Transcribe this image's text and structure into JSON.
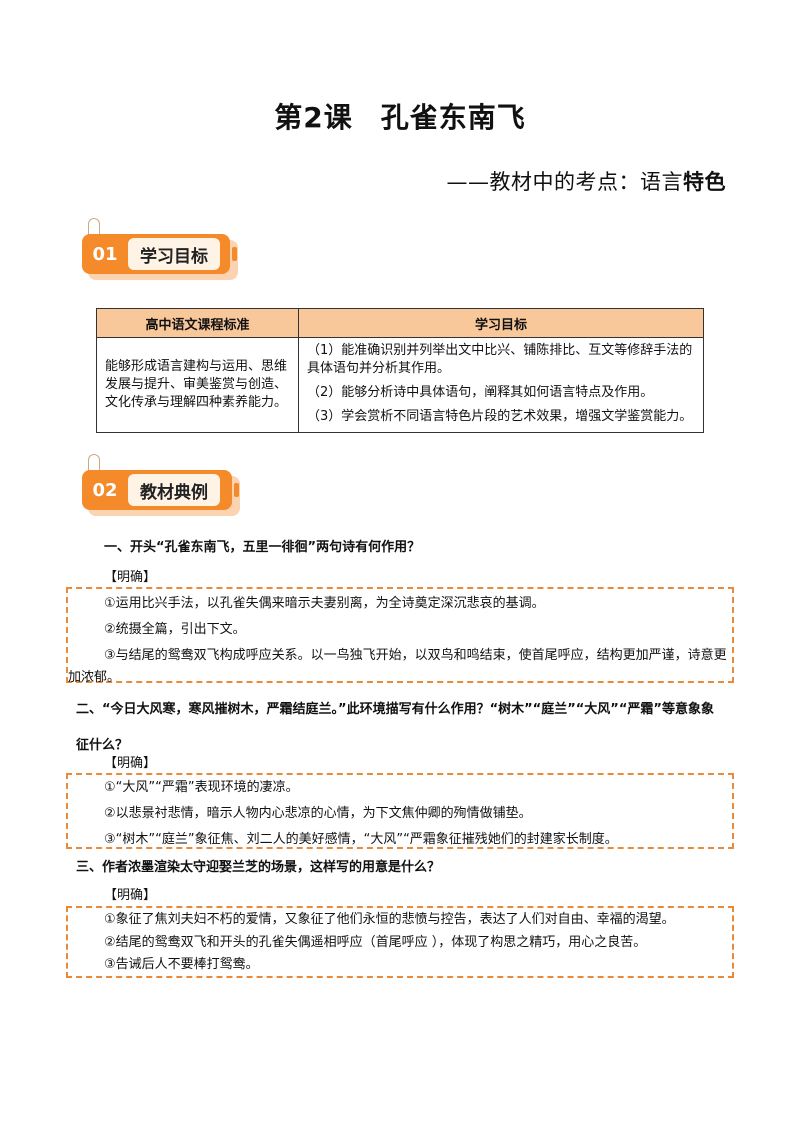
{
  "header": {
    "lesson": "第2课",
    "title": "孔雀东南飞",
    "subtitle_prefix": "——教材中的考点：语言",
    "subtitle_bold": "特色"
  },
  "sections": [
    {
      "num": "01",
      "label": "学习目标"
    },
    {
      "num": "02",
      "label": "教材典例"
    }
  ],
  "table": {
    "headers": [
      "高中语文课程标准",
      "学习目标"
    ],
    "left": "能够形成语言建构与运用、思维发展与提升、审美鉴赏与创造、文化传承与理解四种素养能力。",
    "goals": [
      "（1）能准确识别并列举出文中比兴、铺陈排比、互文等修辞手法的具体语句并分析其作用。",
      "（2）能够分析诗中具体语句，阐释其如何语言特点及作用。",
      "（3）学会赏析不同语言特色片段的艺术效果，增强文学鉴赏能力。"
    ]
  },
  "questions": [
    {
      "text": "一、开头“孔雀东南飞，五里一徘徊”两句诗有何作用？",
      "tag": "【明确】",
      "answers": [
        "①运用比兴手法，以孔雀失偶来暗示夫妻别离，为全诗奠定深沉悲哀的基调。",
        "②统摄全篇，引出下文。",
        "③与结尾的鸳鸯双飞构成呼应关系。以一鸟独飞开始，以双鸟和鸣结束，使首尾呼应，结构更加严谨，诗意更加浓郁。"
      ]
    },
    {
      "text": "二、“今日大风寒，寒风摧树木，严霜结庭兰。”此环境描写有什么作用？“树木”“庭兰”“大风”“严霜”等意象象征什么？",
      "tag": "【明确】",
      "answers": [
        "①“大风”“严霜”表现环境的凄凉。",
        "②以悲景衬悲情，暗示人物内心悲凉的心情，为下文焦仲卿的殉情做铺垫。",
        "③“树木”“庭兰”象征焦、刘二人的美好感情，“大风”“严霜象征摧残她们的封建家长制度。"
      ]
    },
    {
      "text": "三、作者浓墨渲染太守迎娶兰芝的场景，这样写的用意是什么？",
      "tag": "【明确】",
      "answers": [
        "①象征了焦刘夫妇不朽的爱情，又象征了他们永恒的悲愤与控告，表达了人们对自由、幸福的渴望。",
        "②结尾的鸳鸯双飞和开头的孔雀失偶遥相呼应（首尾呼应 ），体现了构思之精巧，用心之良苦。",
        "③告诫后人不要棒打鸳鸯。"
      ]
    }
  ]
}
